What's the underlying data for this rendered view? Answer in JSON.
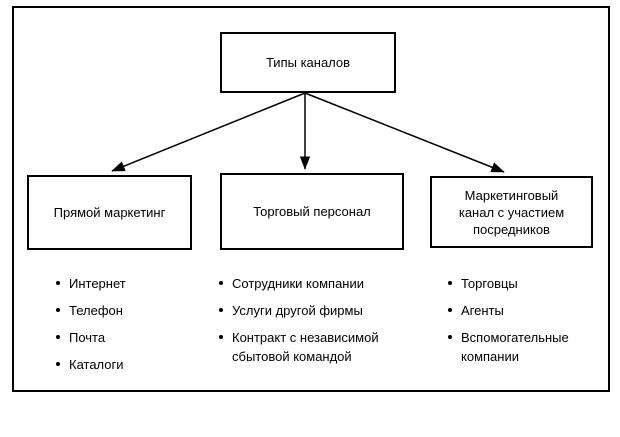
{
  "diagram": {
    "root": {
      "label": "Типы каналов"
    },
    "branches": [
      {
        "label": "Прямой маркетинг",
        "items": [
          "Интернет",
          "Телефон",
          "Почта",
          "Каталоги"
        ]
      },
      {
        "label": "Торговый персонал",
        "items": [
          "Сотрудники компании",
          "Услуги другой фирмы",
          "Контракт с независимой сбытовой командой"
        ]
      },
      {
        "label": "Маркетинговый канал с участием посредников",
        "items": [
          "Торговцы",
          "Агенты",
          "Вспомогательные компании"
        ]
      }
    ],
    "colors": {
      "line": "#000000",
      "text": "#000000",
      "background": "#ffffff"
    }
  }
}
